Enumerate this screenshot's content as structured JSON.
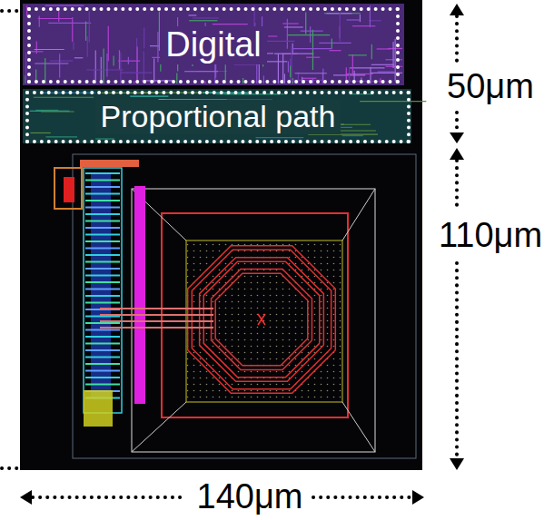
{
  "diagram": {
    "nodes": [
      {
        "text": [
          "Digital"
        ]
      },
      {
        "text": [
          "Proportional path"
        ]
      }
    ],
    "labels": [
      "50μm",
      "110μm",
      "140μm"
    ]
  }
}
